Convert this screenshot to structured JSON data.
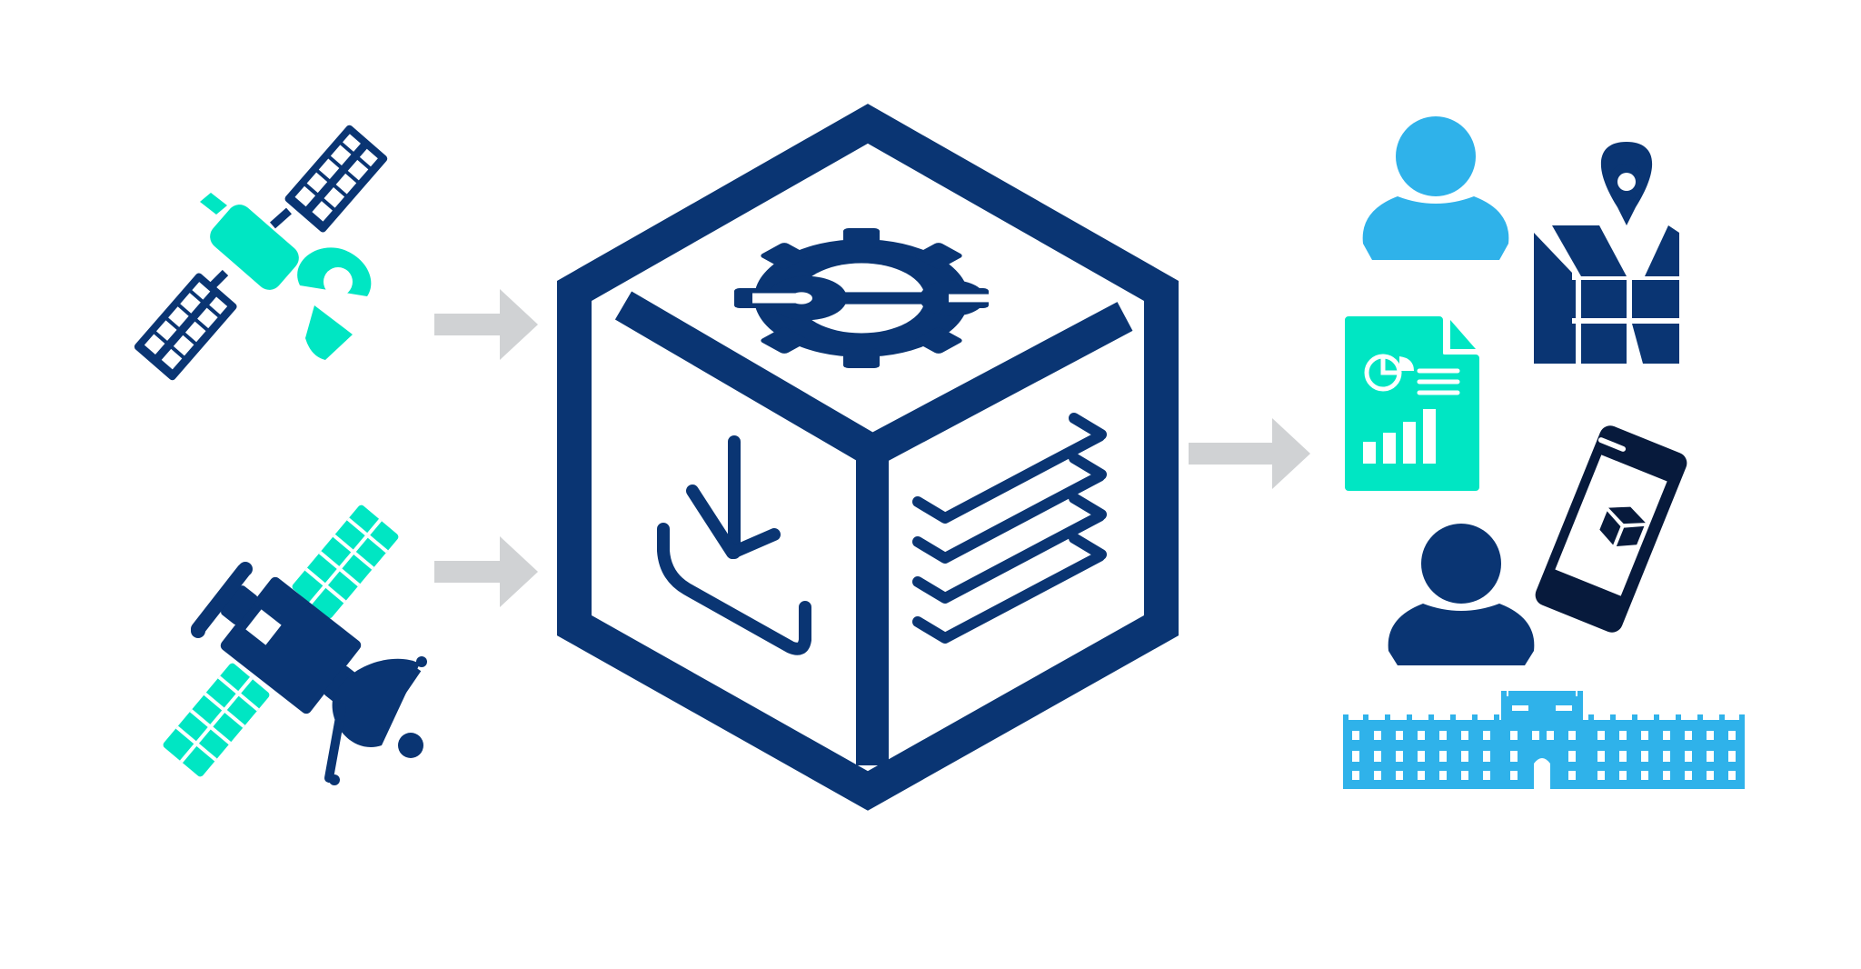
{
  "colors": {
    "navy": "#0a3573",
    "dark_navy": "#071a3c",
    "teal": "#00e6c3",
    "sky_blue": "#2fb2ea",
    "arrow_grey": "#d0d2d4",
    "background": "#ffffff"
  },
  "diagram": {
    "inputs": [
      {
        "icon": "satellite-icon",
        "style": "navy panels, teal body"
      },
      {
        "icon": "satellite-dish-icon",
        "style": "teal panels, navy body"
      }
    ],
    "process": {
      "icon": "data-cube-icon",
      "faces": [
        {
          "face": "top",
          "icon": "gear-wrench-icon"
        },
        {
          "face": "left",
          "icon": "download-arrow-icon"
        },
        {
          "face": "right",
          "icon": "checklist-icon"
        }
      ]
    },
    "outputs": [
      {
        "icon": "user-icon",
        "color": "sky_blue"
      },
      {
        "icon": "map-pin-icon",
        "color": "navy"
      },
      {
        "icon": "report-document-icon",
        "color": "teal"
      },
      {
        "icon": "mobile-phone-icon",
        "color": "dark_navy"
      },
      {
        "icon": "user-icon",
        "color": "navy"
      },
      {
        "icon": "government-building-icon",
        "color": "sky_blue"
      }
    ],
    "flows": [
      {
        "from": "satellite-icon",
        "to": "data-cube-icon"
      },
      {
        "from": "satellite-dish-icon",
        "to": "data-cube-icon"
      },
      {
        "from": "data-cube-icon",
        "to": "outputs"
      }
    ]
  }
}
